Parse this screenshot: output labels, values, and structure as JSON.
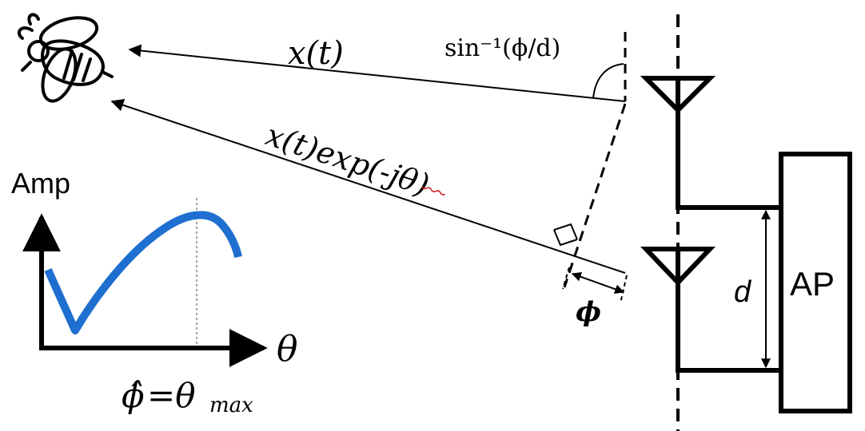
{
  "labels": {
    "signal_direct": "x(t)",
    "signal_delayed": "x(t)exp(-jθ)",
    "angle_formula": "sin⁻¹(ϕ/d)",
    "path_difference": "ϕ",
    "antenna_spacing": "d",
    "access_point": "AP",
    "amp_axis": "Amp",
    "theta_axis": "θ",
    "estimate_hat": "ϕ̂",
    "estimate_equals": "=θ",
    "estimate_subscript": "max"
  },
  "colors": {
    "ink": "#000000",
    "curve": "#1f6fd1",
    "guide": "#888888",
    "squiggle": "#d02020"
  },
  "icons": {
    "device": "bee-icon"
  }
}
